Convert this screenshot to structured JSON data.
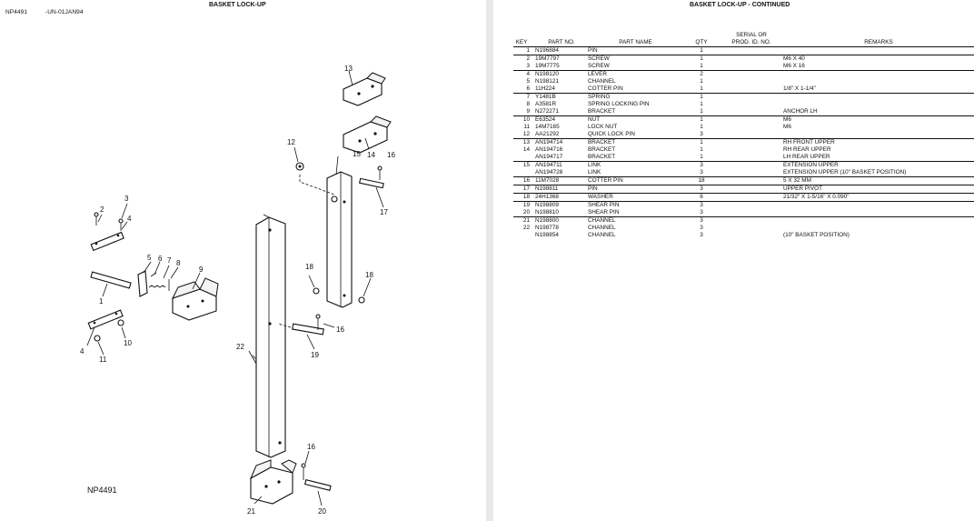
{
  "left_page": {
    "header_ref": "NP4491",
    "header_code": "-UN-01JAN94",
    "title": "BASKET LOCK-UP",
    "footer_ref": "NP4491",
    "callouts": [
      "1",
      "2",
      "3",
      "4",
      "4",
      "5",
      "6",
      "7",
      "8",
      "9",
      "10",
      "11",
      "12",
      "13",
      "14",
      "15",
      "16",
      "16",
      "16",
      "17",
      "18",
      "18",
      "19",
      "20",
      "21",
      "22"
    ]
  },
  "right_page": {
    "title": "BASKET LOCK-UP - CONTINUED",
    "columns": {
      "key": "KEY",
      "part_no": "PART NO.",
      "part_name": "PART NAME",
      "qty": "QTY",
      "serial_1": "SERIAL OR",
      "serial_2": "PROD. ID. NO.",
      "remarks": "REMARKS"
    },
    "rows": [
      {
        "key": "1",
        "part_no": "N196884",
        "name": "PIN",
        "qty": "1",
        "serial": "",
        "remarks": ""
      },
      {
        "key": "2",
        "part_no": "19M7797",
        "name": "SCREW",
        "qty": "1",
        "serial": "",
        "remarks": "M6 X 40"
      },
      {
        "key": "3",
        "part_no": "19M7775",
        "name": "SCREW",
        "qty": "1",
        "serial": "",
        "remarks": "M6 X 16"
      },
      {
        "key": "4",
        "part_no": "N198120",
        "name": "LEVER",
        "qty": "2",
        "serial": "",
        "remarks": ""
      },
      {
        "key": "5",
        "part_no": "N198121",
        "name": "CHANNEL",
        "qty": "1",
        "serial": "",
        "remarks": ""
      },
      {
        "key": "6",
        "part_no": "11H224",
        "name": "COTTER PIN",
        "qty": "1",
        "serial": "",
        "remarks": "1/8\" X 1-1/4\""
      },
      {
        "key": "7",
        "part_no": "Y1481B",
        "name": "SPRING",
        "qty": "1",
        "serial": "",
        "remarks": ""
      },
      {
        "key": "8",
        "part_no": "A3581R",
        "name": "SPRING LOCKING PIN",
        "qty": "1",
        "serial": "",
        "remarks": ""
      },
      {
        "key": "9",
        "part_no": "N272271",
        "name": "BRACKET",
        "qty": "1",
        "serial": "",
        "remarks": "ANCHOR LH"
      },
      {
        "key": "10",
        "part_no": "E63524",
        "name": "NUT",
        "qty": "1",
        "serial": "",
        "remarks": "M6"
      },
      {
        "key": "11",
        "part_no": "14M7165",
        "name": "LOCK NUT",
        "qty": "1",
        "serial": "",
        "remarks": "M6"
      },
      {
        "key": "12",
        "part_no": "AA21292",
        "name": "QUICK LOCK PIN",
        "qty": "3",
        "serial": "",
        "remarks": ""
      },
      {
        "key": "13",
        "part_no": "AN194714",
        "name": "BRACKET",
        "qty": "1",
        "serial": "",
        "remarks": "RH FRONT UPPER"
      },
      {
        "key": "14",
        "part_no": "AN194716",
        "name": "BRACKET",
        "qty": "1",
        "serial": "",
        "remarks": "RH REAR UPPER"
      },
      {
        "key": "",
        "part_no": "AN194717",
        "name": "BRACKET",
        "qty": "1",
        "serial": "",
        "remarks": "LH REAR UPPER"
      },
      {
        "key": "15",
        "part_no": "AN194711",
        "name": "LINK",
        "qty": "3",
        "serial": "",
        "remarks": "EXTENSION UPPER"
      },
      {
        "key": "",
        "part_no": "AN194728",
        "name": "LINK",
        "qty": "3",
        "serial": "",
        "remarks": "EXTENSION UPPER (10\" BASKET POSITION)"
      },
      {
        "key": "16",
        "part_no": "11M7028",
        "name": "COTTER PIN",
        "qty": "18",
        "serial": "",
        "remarks": "5 X 32 MM"
      },
      {
        "key": "17",
        "part_no": "N198811",
        "name": "PIN",
        "qty": "3",
        "serial": "",
        "remarks": "UPPER PIVOT"
      },
      {
        "key": "18",
        "part_no": "24H1368",
        "name": "WASHER",
        "qty": "6",
        "serial": "",
        "remarks": "21/32\" X 1-5/16\" X 0.090\""
      },
      {
        "key": "19",
        "part_no": "N198809",
        "name": "SHEAR PIN",
        "qty": "3",
        "serial": "",
        "remarks": ""
      },
      {
        "key": "20",
        "part_no": "N198810",
        "name": "SHEAR PIN",
        "qty": "3",
        "serial": "",
        "remarks": ""
      },
      {
        "key": "21",
        "part_no": "N198800",
        "name": "CHANNEL",
        "qty": "3",
        "serial": "",
        "remarks": ""
      },
      {
        "key": "22",
        "part_no": "N198778",
        "name": "CHANNEL",
        "qty": "3",
        "serial": "",
        "remarks": ""
      },
      {
        "key": "",
        "part_no": "N198854",
        "name": "CHANNEL",
        "qty": "3",
        "serial": "",
        "remarks": "(10\" BASKET POSITION)"
      }
    ]
  }
}
